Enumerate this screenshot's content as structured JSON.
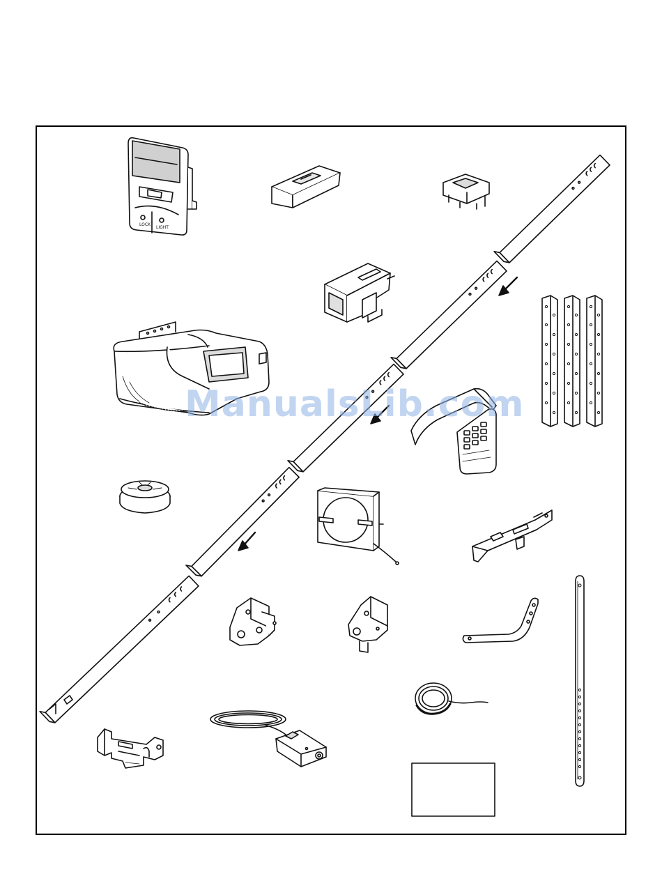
{
  "page": {
    "watermark": "ManualsLib.com",
    "lettering": {
      "wall_control_lock": "LOCK",
      "wall_control_light": "LIGHT"
    }
  },
  "colors": {
    "stroke": "#111111",
    "background": "#ffffff",
    "shade": "#bfbfbf",
    "watermark": "#8fb3e6"
  },
  "parts": [
    {
      "id": "wall-control",
      "icon": "wall-control-illustration"
    },
    {
      "id": "remote",
      "icon": "remote-control-illustration"
    },
    {
      "id": "light-lens",
      "icon": "light-lens-illustration"
    },
    {
      "id": "rail-section-1",
      "icon": "rail-section-illustration"
    },
    {
      "id": "trolley",
      "icon": "trolley-illustration"
    },
    {
      "id": "angle-irons",
      "icon": "angle-iron-illustration"
    },
    {
      "id": "motor-unit",
      "icon": "motor-unit-illustration"
    },
    {
      "id": "keypad",
      "icon": "keypad-illustration"
    },
    {
      "id": "pulley",
      "icon": "pulley-illustration"
    },
    {
      "id": "light-panel",
      "icon": "light-panel-illustration"
    },
    {
      "id": "door-bracket",
      "icon": "door-bracket-illustration"
    },
    {
      "id": "safety-bracket-left",
      "icon": "safety-bracket-illustration"
    },
    {
      "id": "safety-bracket-right",
      "icon": "safety-bracket-illustration"
    },
    {
      "id": "curved-arm",
      "icon": "curved-arm-illustration"
    },
    {
      "id": "straight-arm",
      "icon": "straight-arm-illustration"
    },
    {
      "id": "header-bracket",
      "icon": "header-bracket-illustration"
    },
    {
      "id": "safety-sensor",
      "icon": "safety-sensor-illustration"
    },
    {
      "id": "bell-wire",
      "icon": "bell-wire-illustration"
    },
    {
      "id": "hardware-bag",
      "icon": "hardware-bag-illustration"
    }
  ]
}
